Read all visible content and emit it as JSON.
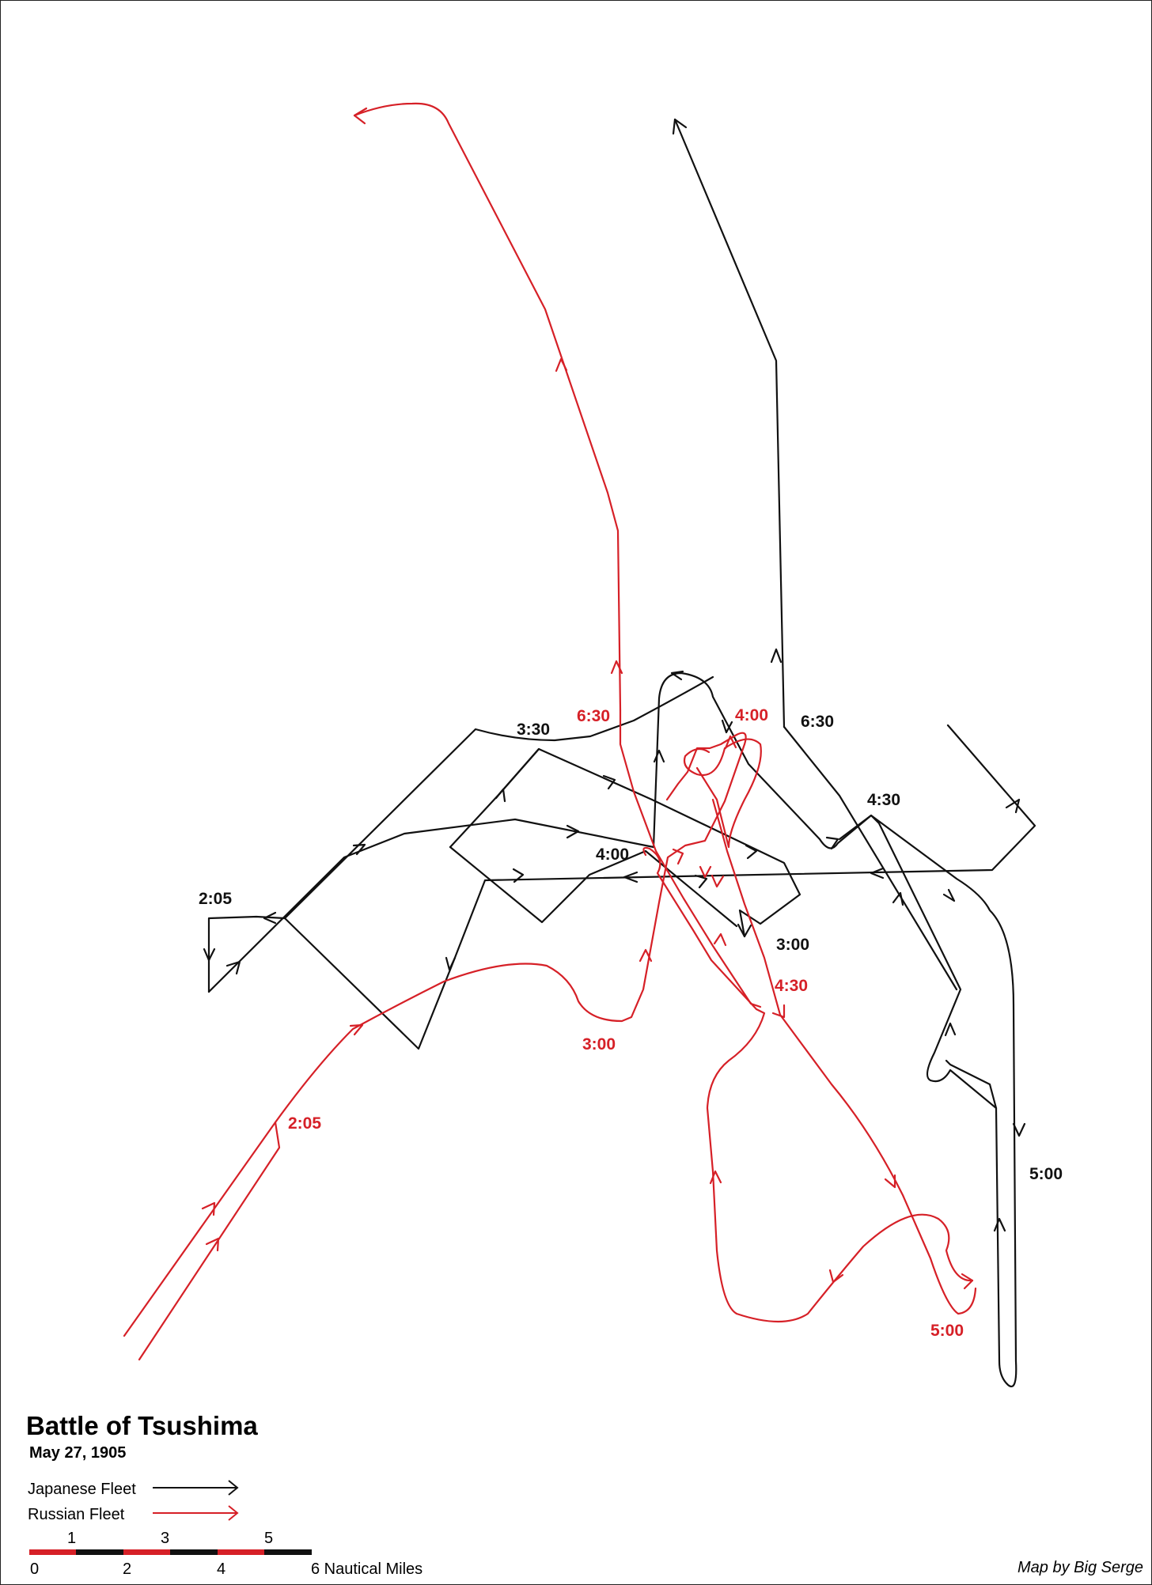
{
  "title": "Battle of Tsushima",
  "date": "May 27, 1905",
  "legend": [
    {
      "label": "Japanese Fleet",
      "color": "#111111"
    },
    {
      "label": "Russian Fleet",
      "color": "#d62027"
    }
  ],
  "scale": {
    "unit_label": "6 Nautical Miles",
    "lower_ticks": [
      "0",
      "2",
      "4"
    ],
    "upper_ticks": [
      "1",
      "3",
      "5"
    ],
    "segment_colors": [
      "#d62027",
      "#111111"
    ]
  },
  "credit": "Map by Big Serge",
  "time_labels": {
    "japanese": [
      "2:05",
      "3:00",
      "3:30",
      "4:00",
      "4:30",
      "5:00",
      "6:30"
    ],
    "russian": [
      "2:05",
      "3:00",
      "4:00",
      "4:30",
      "5:00",
      "6:30"
    ]
  },
  "colors": {
    "japanese": "#111111",
    "russian": "#d62027"
  }
}
